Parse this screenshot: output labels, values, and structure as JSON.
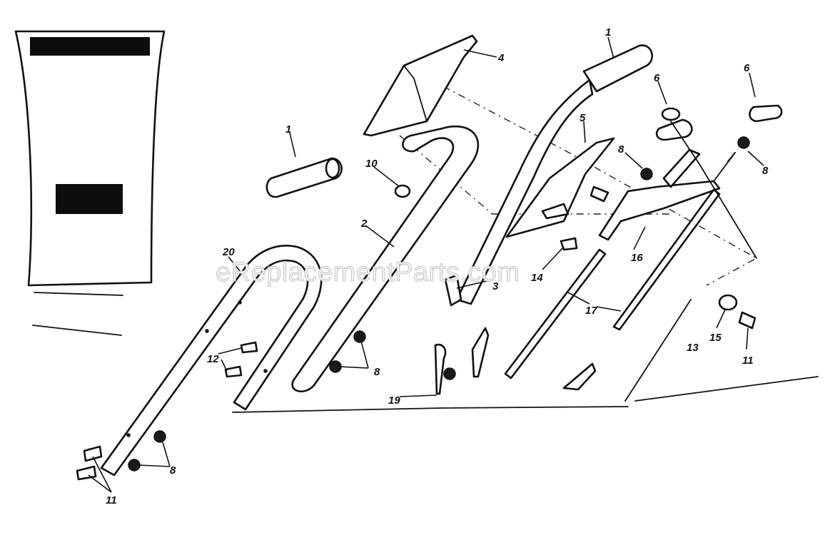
{
  "watermark": "eReplacementParts.com",
  "callouts": {
    "c1a": "1",
    "c1b": "1",
    "c2": "2",
    "c3": "3",
    "c4": "4",
    "c5": "5",
    "c6a": "6",
    "c6b": "6",
    "c8a": "8",
    "c8b": "8",
    "c8c": "8",
    "c8d": "8",
    "c10": "10",
    "c11a": "11",
    "c11b": "11",
    "c12": "12",
    "c13": "13",
    "c14": "14",
    "c15": "15",
    "c16": "16",
    "c17": "17",
    "c19": "19",
    "c20": "20"
  }
}
